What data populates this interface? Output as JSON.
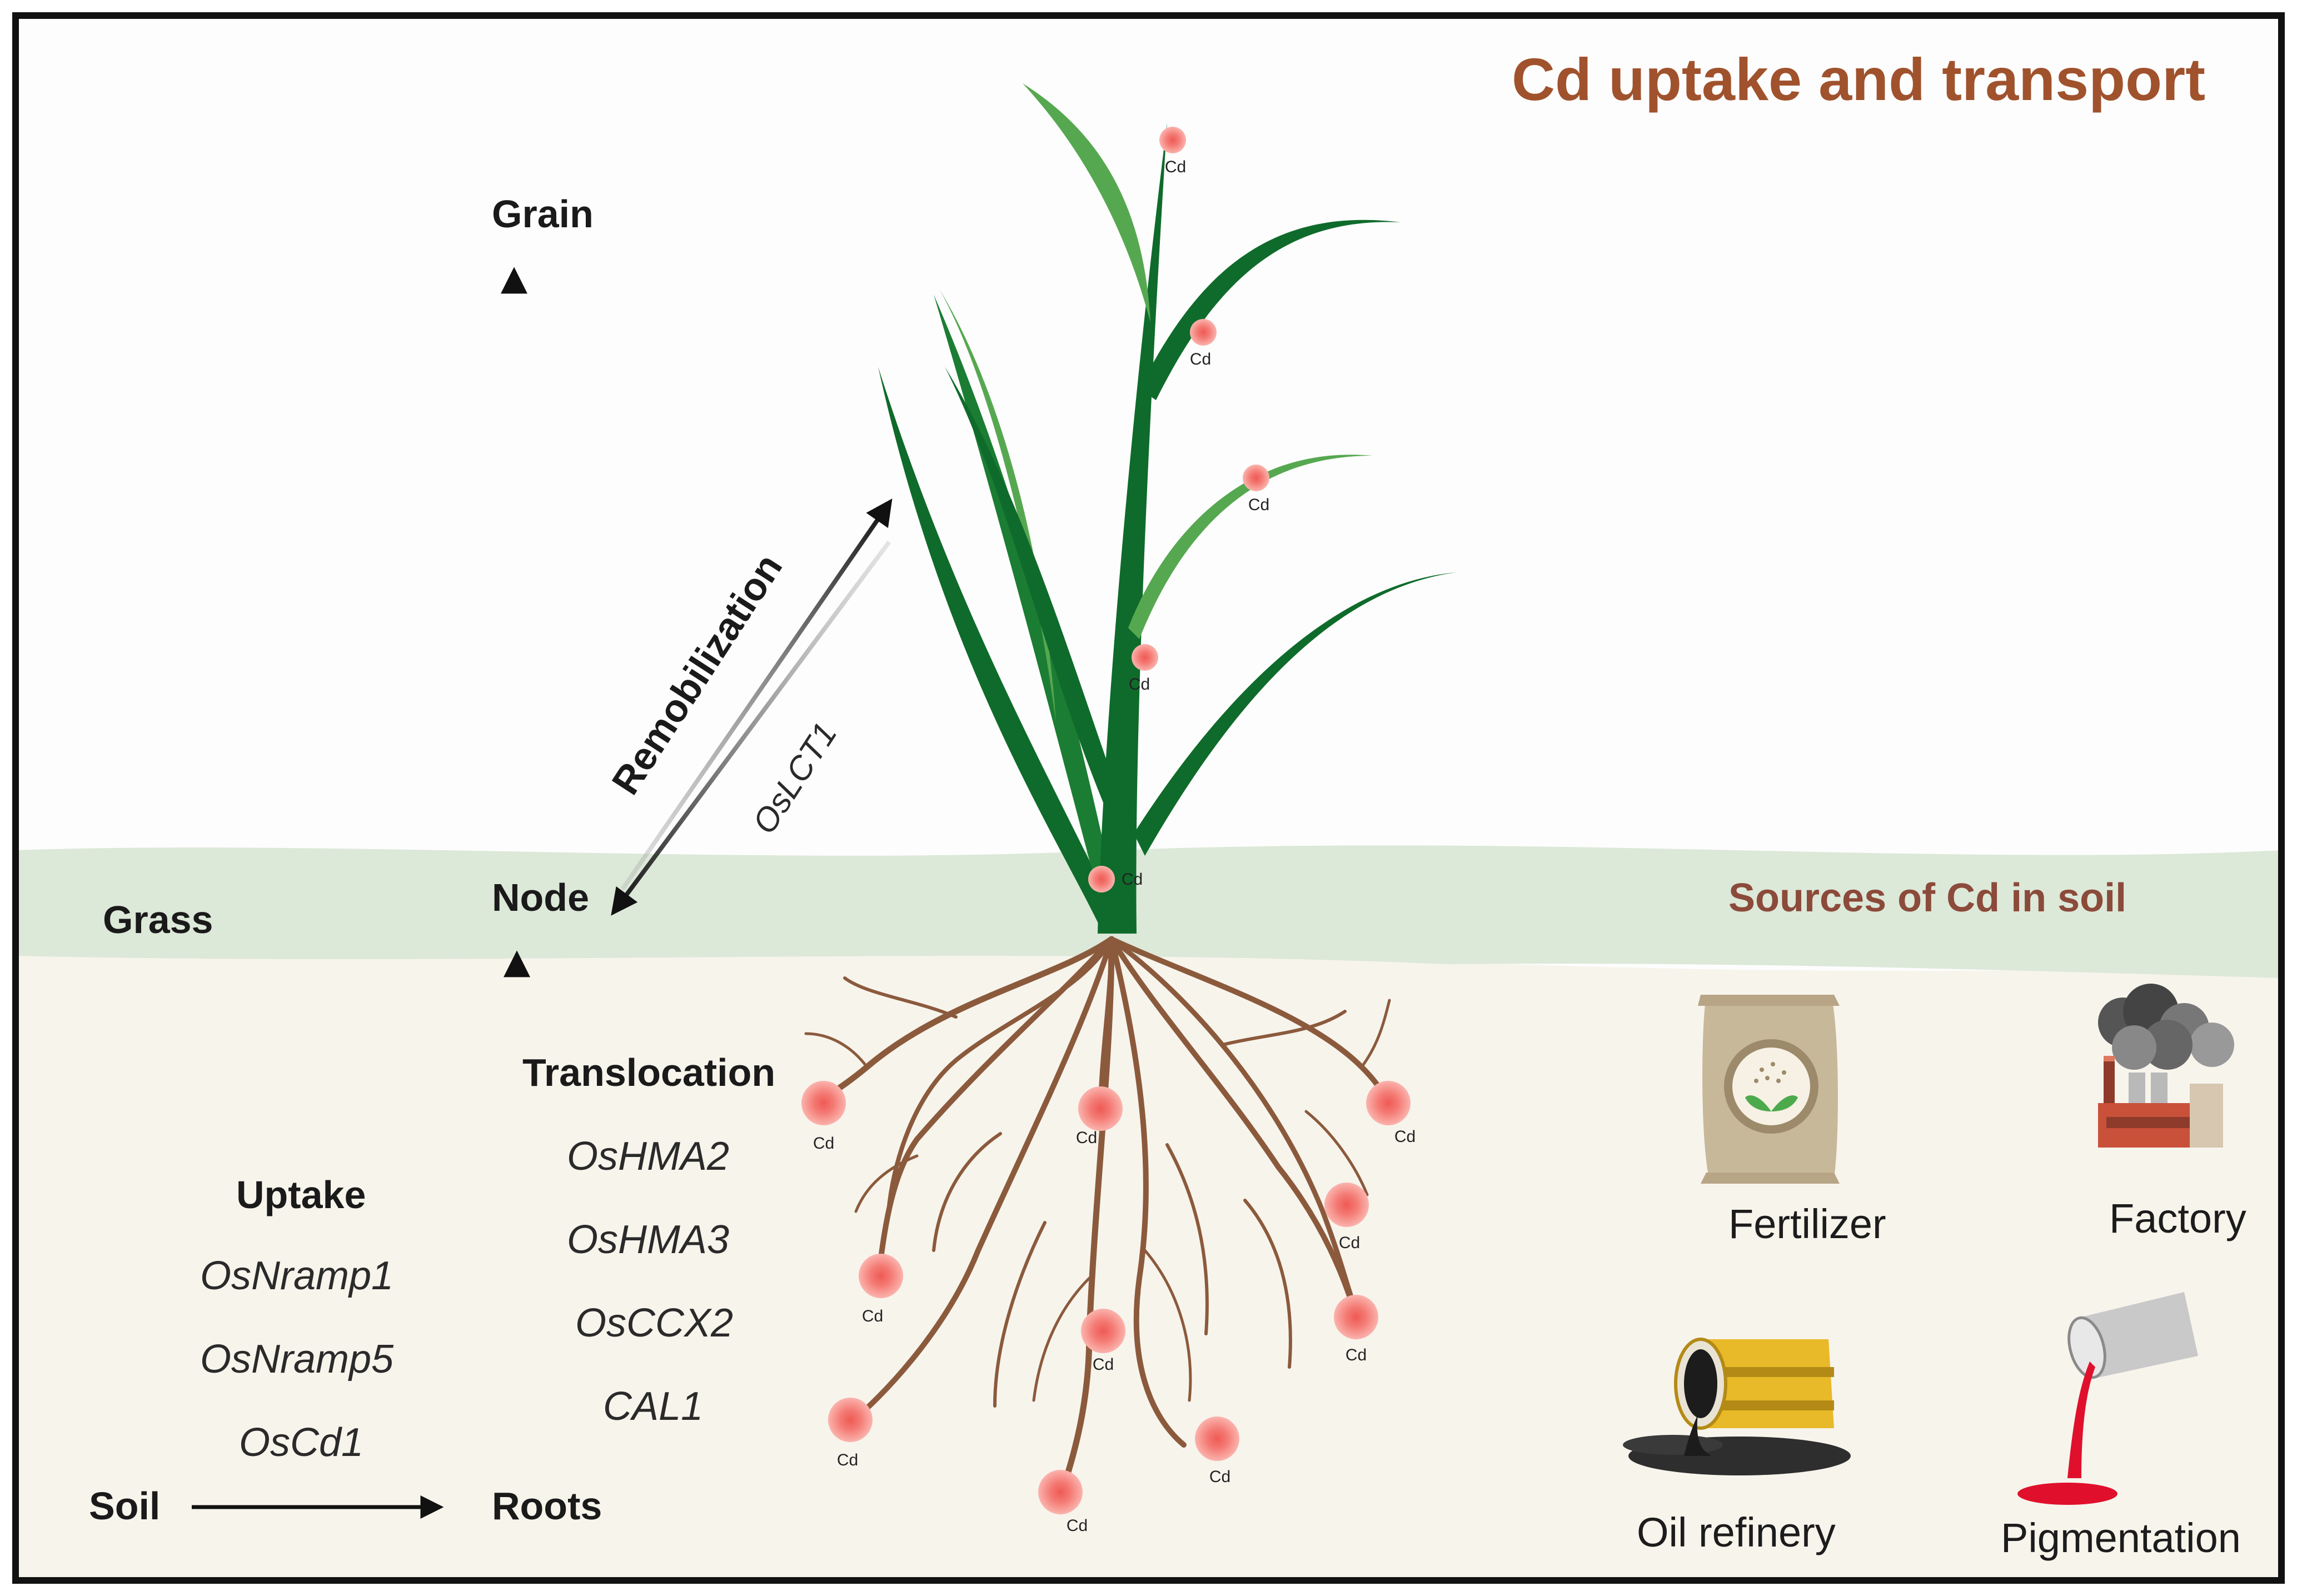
{
  "title": "Cd uptake and transport",
  "levels": {
    "grain": "Grain",
    "node": "Node",
    "grass": "Grass",
    "soil": "Soil",
    "roots": "Roots"
  },
  "processes": {
    "remobilization": {
      "label": "Remobilization",
      "genes": [
        "OsLCT1"
      ]
    },
    "translocation": {
      "label": "Translocation",
      "genes": [
        "OsHMA2",
        "OsHMA3",
        "OsCCX2",
        "CAL1"
      ]
    },
    "uptake": {
      "label": "Uptake",
      "genes": [
        "OsNramp1",
        "OsNramp5",
        "OsCd1"
      ]
    }
  },
  "cd_label": "Cd",
  "sources": {
    "heading": "Sources of Cd in soil",
    "items": [
      {
        "label": "Fertilizer",
        "icon": "fertilizer-bag-icon"
      },
      {
        "label": "Factory",
        "icon": "factory-icon"
      },
      {
        "label": "Oil refinery",
        "icon": "oil-barrel-spill-icon"
      },
      {
        "label": "Pigmentation",
        "icon": "paint-can-pour-icon"
      }
    ]
  },
  "colors": {
    "title": "#a0522d",
    "sources_heading": "#8b4a3a",
    "grass_band": "#dce8d8",
    "soil": "#f7f4ec",
    "leaf_dark": "#0f6b2b",
    "leaf_light": "#56a850",
    "root": "#8b5a3c",
    "cd_particle": "#f58b86"
  }
}
